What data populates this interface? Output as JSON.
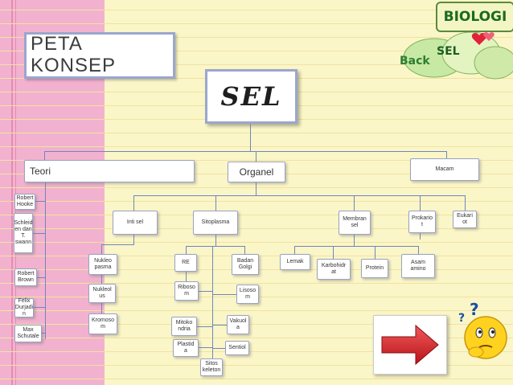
{
  "title": "PETA KONSEP",
  "title_lines": [
    "PETA",
    "KONSEP"
  ],
  "center": "SEL",
  "logo": {
    "brand": "BIOLOGI",
    "back": "Back",
    "sel": "SEL"
  },
  "nodes": {
    "teori": "Teori",
    "organel": "Organel",
    "macam": "Macam",
    "robert_hooke": "Robert Hooke",
    "schleiden": "Schleid en dan T. swann",
    "robert_brown": "Robert Brown",
    "felix": "Felix Durjadi n",
    "max": "Max Schutale",
    "inti_sel": "Inti sel",
    "sitoplasma": "Sitoplasma",
    "membran_sel": "Membran sel",
    "prokariot": "Prokario t",
    "eukariot": "Eukari ot",
    "nukleoplasma": "Nukleo pasma",
    "nukleolus": "Nukleol us",
    "kromosom": "Kromoso m",
    "re": "RE",
    "badan_golgi": "Badan Golgi",
    "ribosom": "Riboso m",
    "lisosom": "Lisoso m",
    "mitokondria": "Mitoko ndria",
    "vakuola": "Vakuol a",
    "plastida": "Plastid a",
    "sentiol": "Sentiol",
    "sitoskeleton": "Sitos keleton",
    "lemak": "Lemak",
    "karbohidrat": "Karbohidr at",
    "protein": "Protein",
    "asam_amino": "Asam amino"
  },
  "colors": {
    "background": "#fbf6c8",
    "pink_band": "#f2b2cf",
    "connector": "#6f86bd",
    "node_border": "#9aa3c0"
  },
  "icons": [
    "arrow-right-icon",
    "thinking-smiley-icon",
    "heart-icon"
  ]
}
